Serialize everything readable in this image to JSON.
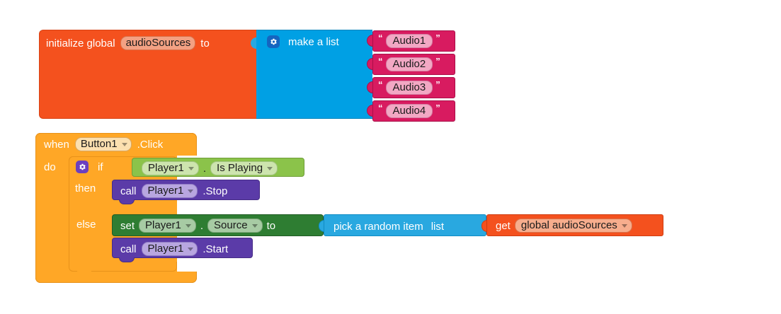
{
  "editor": {
    "name": "MIT App Inventor Blocks Editor",
    "background": "#ffffff"
  },
  "colors": {
    "variable_orange": "#F4511E",
    "list_blue": "#00A0E4",
    "text_pink": "#D81B60",
    "control_orange": "#FFA726",
    "logic_green": "#8BC34A",
    "setter_green": "#2E7D32",
    "call_purple": "#5B3BA8",
    "util_blue": "#29A8E0"
  },
  "blocks": {
    "init_global": {
      "keyword": "initialize global",
      "variable_name": "audioSources",
      "to_label": "to",
      "gear_icon": "gear-icon",
      "list": {
        "label": "make a list",
        "gear_icon": "gear-icon",
        "items": [
          {
            "open_quote": "“",
            "value": "Audio1",
            "close_quote": "”"
          },
          {
            "open_quote": "“",
            "value": "Audio2",
            "close_quote": "”"
          },
          {
            "open_quote": "“",
            "value": "Audio3",
            "close_quote": "”"
          },
          {
            "open_quote": "“",
            "value": "Audio4",
            "close_quote": "”"
          }
        ]
      }
    },
    "event_handler": {
      "when_label": "when",
      "component": "Button1",
      "event": ".Click",
      "do_label": "do",
      "if_block": {
        "gear_icon": "gear-icon",
        "if_label": "if",
        "then_label": "then",
        "else_label": "else",
        "condition": {
          "component": "Player1",
          "separator": ".",
          "property": "Is Playing"
        },
        "then_statements": [
          {
            "keyword": "call",
            "component": "Player1",
            "method": ".Stop"
          }
        ],
        "else_statements": [
          {
            "keyword": "set",
            "component": "Player1",
            "separator": ".",
            "property": "Source",
            "to_label": "to",
            "value": {
              "label": "pick a random item",
              "arg_label": "list",
              "source": {
                "keyword": "get",
                "variable": "global audioSources"
              }
            }
          },
          {
            "keyword": "call",
            "component": "Player1",
            "method": ".Start"
          }
        ]
      }
    }
  }
}
